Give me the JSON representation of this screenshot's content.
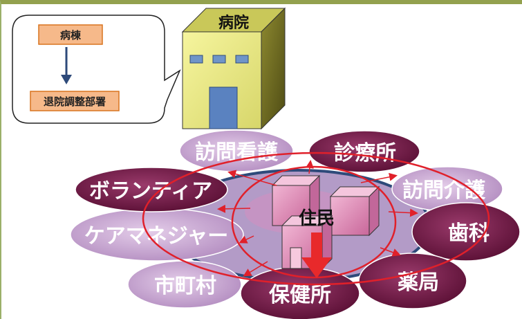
{
  "callout": {
    "ward_label": "病棟",
    "discharge_label": "退院調整部署"
  },
  "hospital": {
    "label": "病院"
  },
  "center": {
    "label": "住民"
  },
  "petals": [
    {
      "id": "visiting-nursing",
      "label": "訪問看護",
      "fill": "#c9a8d3",
      "text_color": "#ffffff"
    },
    {
      "id": "clinic",
      "label": "診療所",
      "fill": "#7a1e50",
      "text_color": "#ffffff"
    },
    {
      "id": "visiting-care",
      "label": "訪問介護",
      "fill": "#c9a8d3",
      "text_color": "#ffffff"
    },
    {
      "id": "dental",
      "label": "歯科",
      "fill": "#7a1e50",
      "text_color": "#ffffff"
    },
    {
      "id": "pharmacy",
      "label": "薬局",
      "fill": "#7a1e50",
      "text_color": "#ffffff"
    },
    {
      "id": "health-center",
      "label": "保健所",
      "fill": "#7a1e50",
      "text_color": "#ffffff"
    },
    {
      "id": "municipality",
      "label": "市町村",
      "fill": "#c9a8d3",
      "text_color": "#ffffff"
    },
    {
      "id": "care-manager",
      "label": "ケアマネジャー",
      "fill": "#c9a8d3",
      "text_color": "#ffffff"
    },
    {
      "id": "volunteer",
      "label": "ボランティア",
      "fill": "#7a1e50",
      "text_color": "#ffffff"
    }
  ],
  "colors": {
    "ring": "#e0202a",
    "orange_box": "#f6b98a",
    "orange_border": "#d9741f",
    "hospital_front": "#f0ef8a",
    "hospital_side": "#7d7a27",
    "down_arrow": "#e8292b",
    "navy": "#2e4a7a"
  }
}
